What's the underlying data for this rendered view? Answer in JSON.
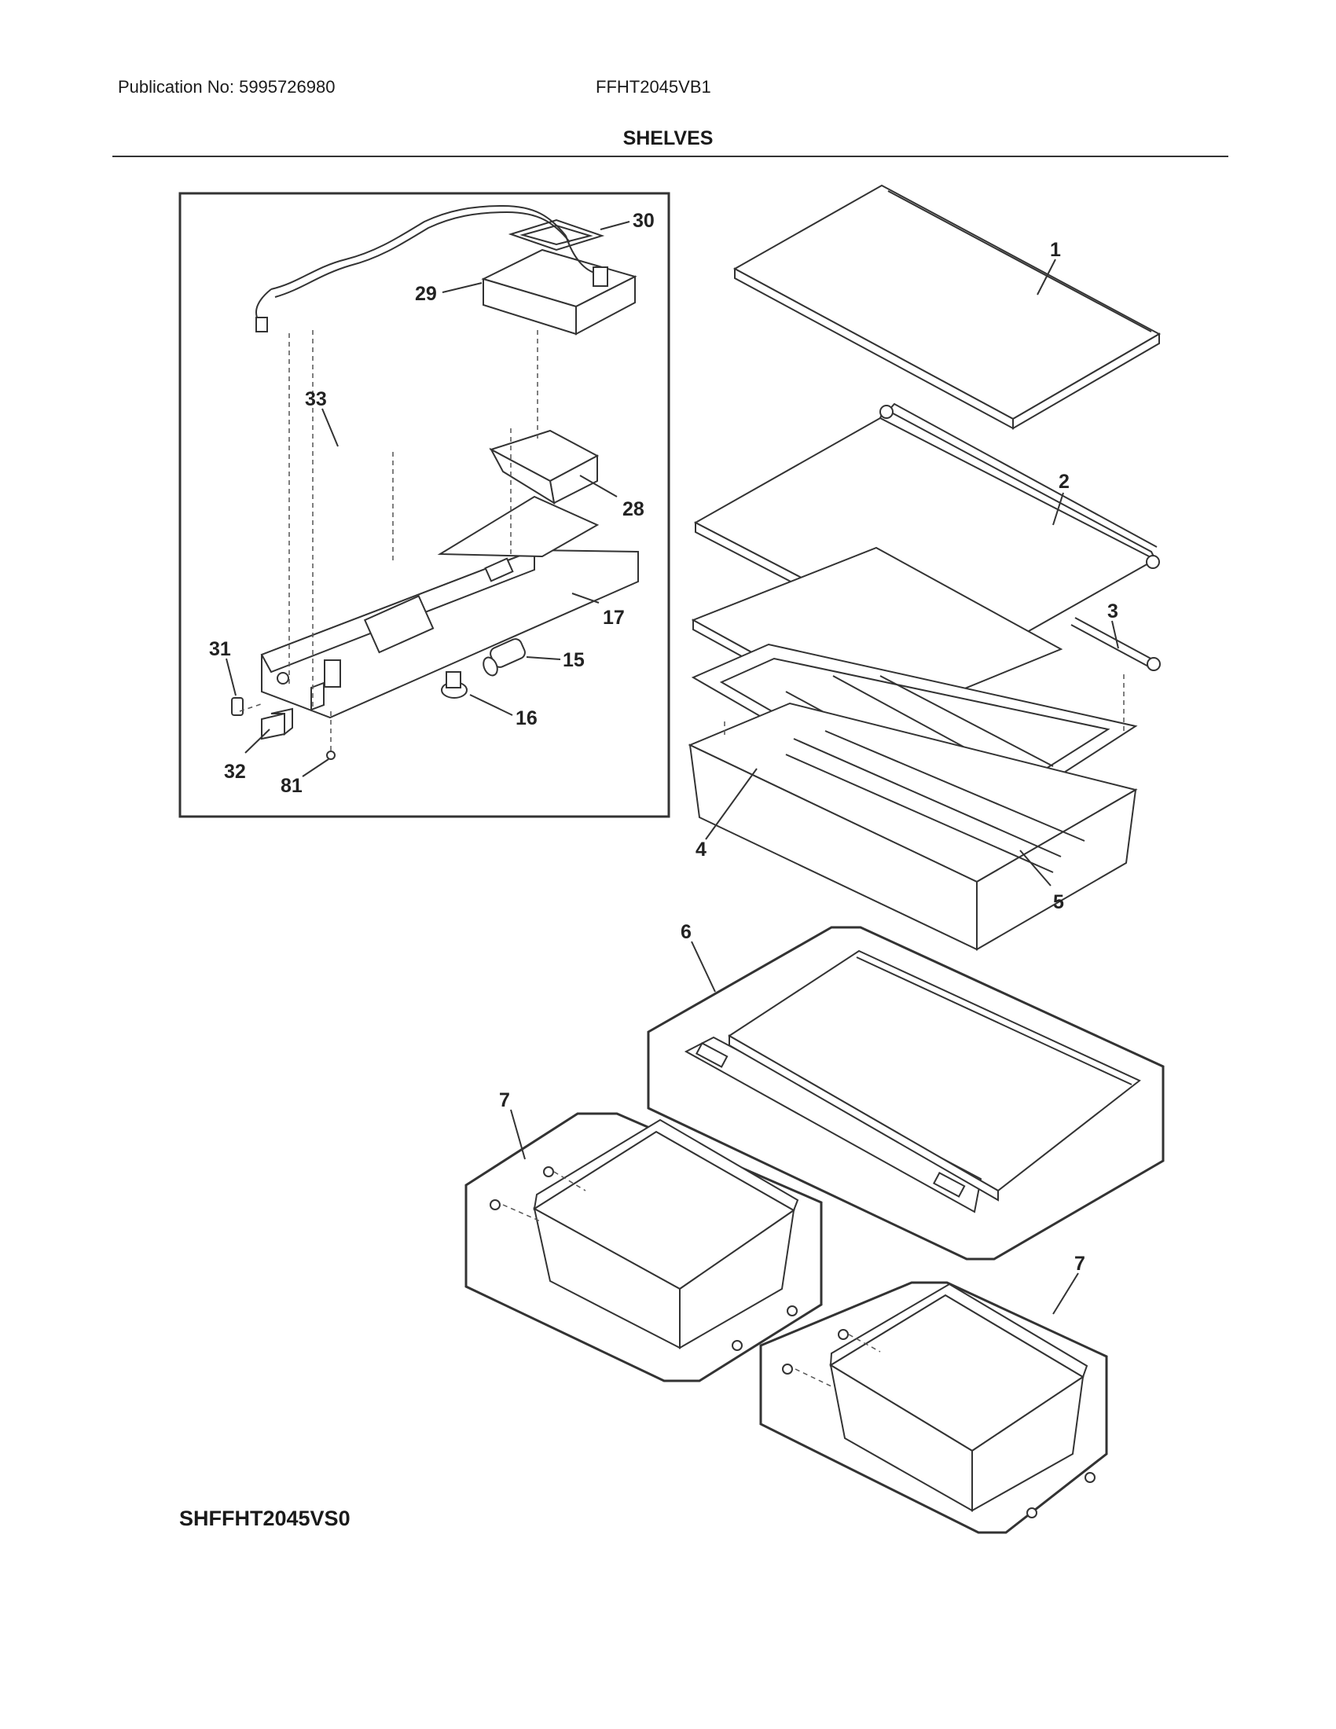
{
  "header": {
    "publication": "Publication No: 5995726980",
    "model": "FFHT2045VB1",
    "section_title": "SHELVES"
  },
  "footer": {
    "diagram_code": "SHFFHT2045VS0"
  },
  "part_labels": {
    "p1": "1",
    "p2": "2",
    "p3": "3",
    "p4": "4",
    "p5": "5",
    "p6": "6",
    "p7a": "7",
    "p7b": "7",
    "p15": "15",
    "p16": "16",
    "p17": "17",
    "p28": "28",
    "p29": "29",
    "p30": "30",
    "p31": "31",
    "p32": "32",
    "p33": "33",
    "p81": "81"
  }
}
